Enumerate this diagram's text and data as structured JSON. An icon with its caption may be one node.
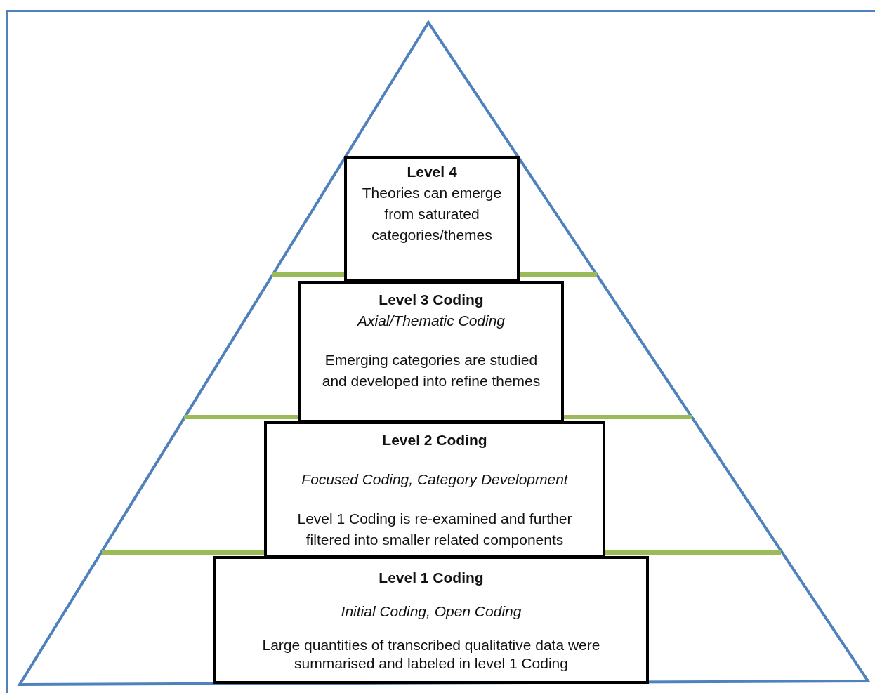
{
  "diagram": {
    "nodes": [
      {
        "text": [
          "Level 4",
          "Theories can emerge from saturated categories/themes"
        ]
      },
      {
        "text": [
          "Level 3 Coding",
          "Axial/Thematic Coding",
          "Emerging categories are studied and developed into refine themes"
        ]
      },
      {
        "text": [
          "Level 2 Coding",
          "Focused Coding, Category Development",
          "Level 1 Coding is re-examined and further filtered into smaller related components"
        ]
      },
      {
        "text": [
          "Level 1 Coding",
          "Initial Coding, Open Coding",
          "Large quantities of transcribed qualitative data were summarised and labeled in level 1 Coding"
        ]
      }
    ]
  }
}
